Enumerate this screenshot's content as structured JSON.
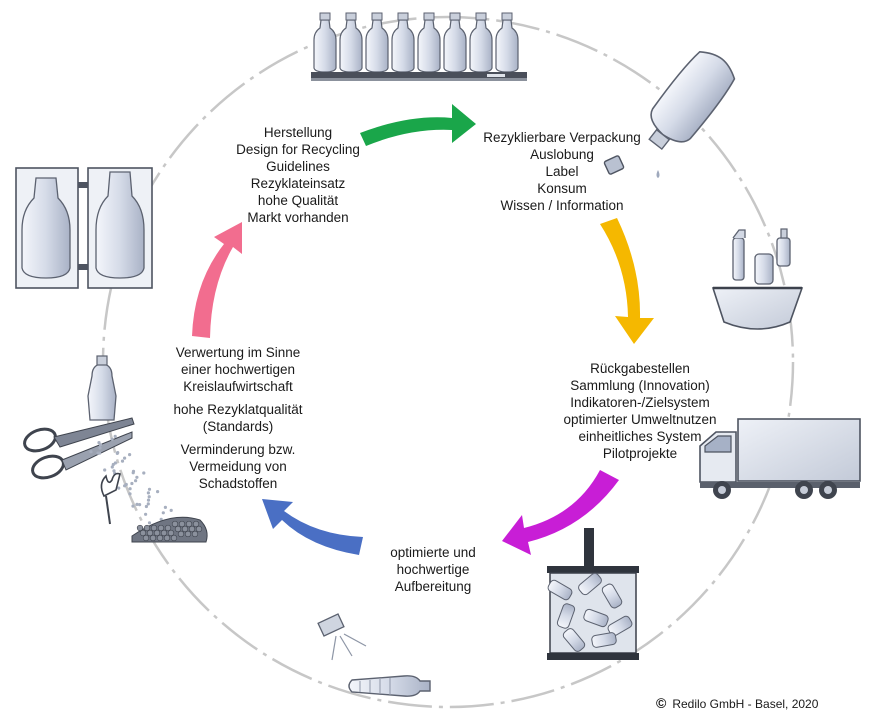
{
  "stages": {
    "production": {
      "lines": [
        "Herstellung",
        "Design for Recycling",
        "Guidelines",
        "Rezyklateinsatz",
        "hohe Qualität",
        "Markt vorhanden"
      ]
    },
    "packaging": {
      "lines": [
        "Rezyklierbare Verpackung",
        "Auslobung",
        "Label",
        "Konsum",
        "Wissen / Information"
      ]
    },
    "collection": {
      "lines": [
        "Rückgabestellen",
        "Sammlung (Innovation)",
        "Indikatoren-/Zielsystem",
        "optimierter Umweltnutzen",
        "einheitliches System",
        "Pilotprojekte"
      ]
    },
    "processing": {
      "lines": [
        "optimierte und",
        "hochwertige",
        "Aufbereitung"
      ]
    },
    "utilization": {
      "block1": [
        "Verwertung im Sinne",
        "einer hochwertigen",
        "Kreislaufwirtschaft"
      ],
      "block2": [
        "hohe Rezyklatqualität",
        "(Standards)"
      ],
      "block3": [
        "Verminderung bzw.",
        "Vermeidung von",
        "Schadstoffen"
      ]
    }
  },
  "arrows": {
    "production_to_packaging": "#1aa64a",
    "packaging_to_collection": "#f5b800",
    "collection_to_processing": "#c81ed6",
    "processing_to_utilization": "#4a6fc4",
    "utilization_to_production": "#f26d8f"
  },
  "icons": [
    "bottle-row-icon",
    "pouring-bottle-icon",
    "shopping-basket-icon",
    "truck-icon",
    "baler-press-icon",
    "lying-bottle-icon",
    "scissors-shredder-icon",
    "blow-mold-icon"
  ],
  "copyright": {
    "symbol": "©",
    "text": "Redilo GmbH - Basel, 2020"
  }
}
